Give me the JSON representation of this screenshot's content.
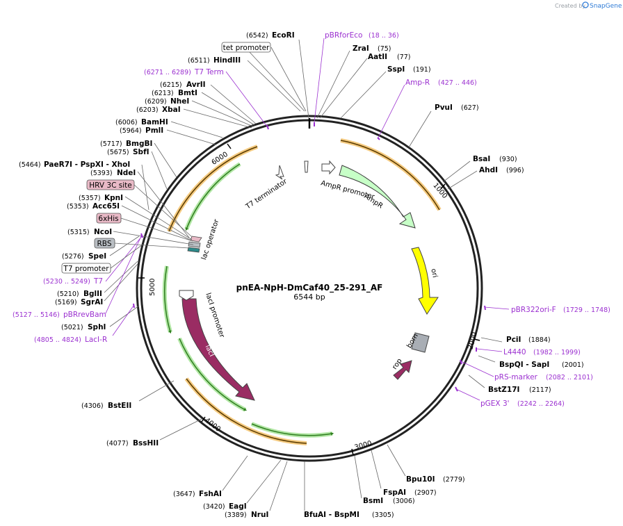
{
  "branding": {
    "text": "Created by",
    "product": "SnapGene"
  },
  "plasmid": {
    "name": "pnEA-NpH-DmCaf40_25-291_AF",
    "length_label": "6544 bp",
    "length": 6544
  },
  "ticks": [
    "1000",
    "2000",
    "3000",
    "4000",
    "5000",
    "6000"
  ],
  "enzymes": [
    {
      "pos": "(6542)",
      "name": "EcoRI"
    },
    {
      "pos": "(75)",
      "name": "ZraI"
    },
    {
      "pos": "(77)",
      "name": "AatII"
    },
    {
      "pos": "(191)",
      "name": "SspI"
    },
    {
      "pos": "(627)",
      "name": "PvuI"
    },
    {
      "pos": "(930)",
      "name": "BsaI"
    },
    {
      "pos": "(996)",
      "name": "AhdI"
    },
    {
      "pos": "(1884)",
      "name": "PciI"
    },
    {
      "pos": "(2001)",
      "name": "BspQI - SapI"
    },
    {
      "pos": "(2117)",
      "name": "BstZ17I"
    },
    {
      "pos": "(2779)",
      "name": "Bpu10I"
    },
    {
      "pos": "(2907)",
      "name": "FspAI"
    },
    {
      "pos": "(3006)",
      "name": "BsmI"
    },
    {
      "pos": "(3305)",
      "name": "BfuAI - BspMI"
    },
    {
      "pos": "(3389)",
      "name": "NruI"
    },
    {
      "pos": "(3420)",
      "name": "EagI"
    },
    {
      "pos": "(3647)",
      "name": "FshAI"
    },
    {
      "pos": "(4077)",
      "name": "BssHII"
    },
    {
      "pos": "(4306)",
      "name": "BstEII"
    },
    {
      "pos": "(5021)",
      "name": "SphI"
    },
    {
      "pos": "(5169)",
      "name": "SgrAI"
    },
    {
      "pos": "(5210)",
      "name": "BglII"
    },
    {
      "pos": "(5276)",
      "name": "SpeI"
    },
    {
      "pos": "(5315)",
      "name": "NcoI"
    },
    {
      "pos": "(5353)",
      "name": "Acc65I"
    },
    {
      "pos": "(5357)",
      "name": "KpnI"
    },
    {
      "pos": "(5393)",
      "name": "NdeI"
    },
    {
      "pos": "(5464)",
      "name": "PaeR7I - PspXI - XhoI"
    },
    {
      "pos": "(5675)",
      "name": "SbfI"
    },
    {
      "pos": "(5717)",
      "name": "BmgBI"
    },
    {
      "pos": "(5964)",
      "name": "PmlI"
    },
    {
      "pos": "(6006)",
      "name": "BamHI"
    },
    {
      "pos": "(6203)",
      "name": "XbaI"
    },
    {
      "pos": "(6209)",
      "name": "NheI"
    },
    {
      "pos": "(6213)",
      "name": "BmtI"
    },
    {
      "pos": "(6215)",
      "name": "AvrII"
    },
    {
      "pos": "(6511)",
      "name": "HindIII"
    }
  ],
  "primers": [
    {
      "name": "pBRforEco",
      "range": "(18 .. 36)"
    },
    {
      "name": "Amp-R",
      "range": "(427 .. 446)"
    },
    {
      "name": "pBR322ori-F",
      "range": "(1729 .. 1748)"
    },
    {
      "name": "L4440",
      "range": "(1982 .. 1999)"
    },
    {
      "name": "pRS-marker",
      "range": "(2082 .. 2101)"
    },
    {
      "name": "pGEX 3'",
      "range": "(2242 .. 2264)"
    },
    {
      "name": "LacI-R",
      "range": "(4805 .. 4824)"
    },
    {
      "name": "pBRrevBam",
      "range": "(5127 .. 5146)"
    },
    {
      "name": "T7",
      "range": "(5230 .. 5249)"
    },
    {
      "name": "T7 Term",
      "range": "(6271 .. 6289)"
    }
  ],
  "boxed_features": [
    {
      "name": "tet promoter",
      "color": "#ffffff"
    },
    {
      "name": "HRV 3C site",
      "color": "#e8b9c6"
    },
    {
      "name": "6xHis",
      "color": "#e8b9c6"
    },
    {
      "name": "RBS",
      "color": "#b9bec3"
    },
    {
      "name": "T7 promoter",
      "color": "#ffffff"
    }
  ],
  "features": [
    {
      "name": "AmpR",
      "color": "#c7ffc7"
    },
    {
      "name": "AmpR promoter",
      "color": "#ffffff"
    },
    {
      "name": "T7 terminator",
      "color": "#ffffff"
    },
    {
      "name": "ori",
      "color": "#ffff00"
    },
    {
      "name": "bom",
      "color": "#a9aeb5"
    },
    {
      "name": "rop",
      "color": "#9a2c63"
    },
    {
      "name": "lacI",
      "color": "#9a2c63"
    },
    {
      "name": "lacI promoter",
      "color": "#ffffff"
    },
    {
      "name": "lac operator",
      "color": "#ffffff"
    }
  ]
}
